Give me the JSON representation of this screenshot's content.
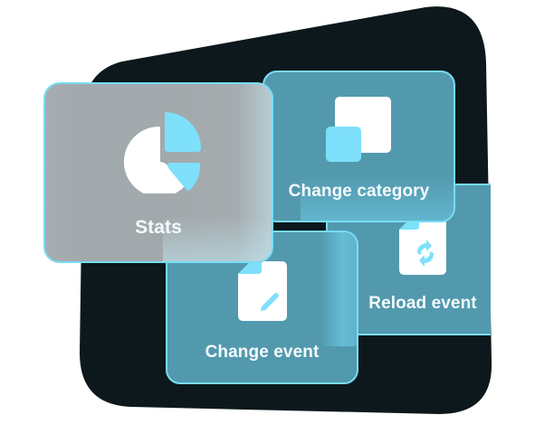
{
  "colors": {
    "backdrop": "#0c181c",
    "card_fill": "#5299ae",
    "card_border": "#79dcf5",
    "accent": "#7ee0fb",
    "stats_card_fill": "#a3a9ac",
    "label_text": "#f4fbfd",
    "icon_white": "#ffffff"
  },
  "cards": {
    "stats": {
      "label": "Stats",
      "icon": "pie-chart-icon"
    },
    "change_category": {
      "label": "Change category",
      "icon": "overlapping-squares-icon"
    },
    "reload_event": {
      "label": "Reload event",
      "icon": "document-refresh-icon"
    },
    "change_event": {
      "label": "Change event",
      "icon": "document-edit-icon"
    }
  }
}
